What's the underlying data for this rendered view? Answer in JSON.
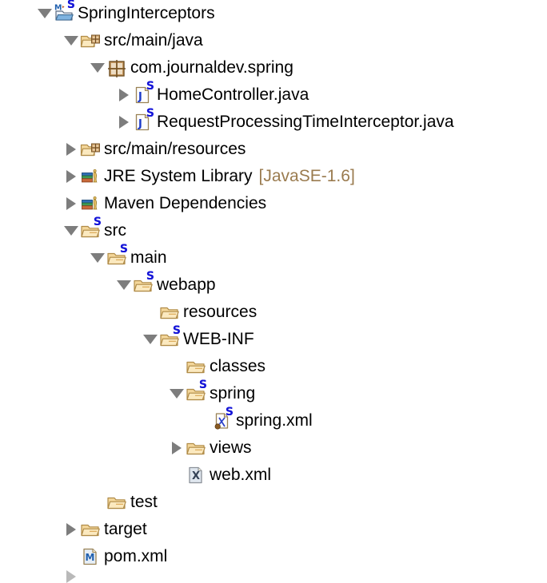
{
  "view": {
    "name": "project-explorer",
    "background": "#ffffff",
    "text_color": "#000000",
    "secondary_text_color": "#9a7b4f",
    "twisty_color": "#7d7d7d",
    "badge_color": "#1616d8"
  },
  "tree": {
    "nodes": [
      {
        "label": "SpringInterceptors",
        "depth": 0,
        "state": "expanded",
        "icon": "maven-project-folder-icon",
        "badge": "S",
        "name": "tree-node-springinterceptors"
      },
      {
        "label": "src/main/java",
        "depth": 1,
        "state": "expanded",
        "icon": "source-package-folder-icon",
        "badge": "",
        "name": "tree-node-src-main-java"
      },
      {
        "label": "com.journaldev.spring",
        "depth": 2,
        "state": "expanded",
        "icon": "java-package-icon",
        "badge": "",
        "name": "tree-node-com-journaldev-spring"
      },
      {
        "label": "HomeController.java",
        "depth": 3,
        "state": "collapsed",
        "icon": "java-file-icon",
        "badge": "S",
        "name": "tree-node-homecontroller-java"
      },
      {
        "label": "RequestProcessingTimeInterceptor.java",
        "depth": 3,
        "state": "collapsed",
        "icon": "java-file-icon",
        "badge": "S",
        "name": "tree-node-requestprocessingtimeinterceptor-java"
      },
      {
        "label": "src/main/resources",
        "depth": 1,
        "state": "collapsed",
        "icon": "source-package-folder-icon",
        "badge": "",
        "name": "tree-node-src-main-resources"
      },
      {
        "label": "JRE System Library",
        "sublabel": "[JavaSE-1.6]",
        "depth": 1,
        "state": "collapsed",
        "icon": "library-books-icon",
        "badge": "",
        "name": "tree-node-jre-system-library"
      },
      {
        "label": "Maven Dependencies",
        "depth": 1,
        "state": "collapsed",
        "icon": "library-books-icon",
        "badge": "",
        "name": "tree-node-maven-dependencies"
      },
      {
        "label": "src",
        "depth": 1,
        "state": "expanded",
        "icon": "folder-icon",
        "badge": "S",
        "name": "tree-node-src"
      },
      {
        "label": "main",
        "depth": 2,
        "state": "expanded",
        "icon": "folder-icon",
        "badge": "S",
        "name": "tree-node-main"
      },
      {
        "label": "webapp",
        "depth": 3,
        "state": "expanded",
        "icon": "folder-icon",
        "badge": "S",
        "name": "tree-node-webapp"
      },
      {
        "label": "resources",
        "depth": 4,
        "state": "leaf",
        "icon": "folder-icon",
        "badge": "",
        "name": "tree-node-resources"
      },
      {
        "label": "WEB-INF",
        "depth": 4,
        "state": "expanded",
        "icon": "folder-icon",
        "badge": "S",
        "name": "tree-node-web-inf"
      },
      {
        "label": "classes",
        "depth": 5,
        "state": "leaf",
        "icon": "folder-icon",
        "badge": "",
        "name": "tree-node-classes"
      },
      {
        "label": "spring",
        "depth": 5,
        "state": "expanded",
        "icon": "folder-icon",
        "badge": "S",
        "name": "tree-node-spring"
      },
      {
        "label": "spring.xml",
        "depth": 6,
        "state": "leaf",
        "icon": "spring-config-file-icon",
        "badge": "S",
        "name": "tree-node-spring-xml"
      },
      {
        "label": "views",
        "depth": 5,
        "state": "collapsed",
        "icon": "folder-icon",
        "badge": "",
        "name": "tree-node-views"
      },
      {
        "label": "web.xml",
        "depth": 5,
        "state": "leaf",
        "icon": "xml-file-icon",
        "badge": "",
        "name": "tree-node-web-xml"
      },
      {
        "label": "test",
        "depth": 2,
        "state": "leaf",
        "icon": "folder-icon",
        "badge": "",
        "name": "tree-node-test"
      },
      {
        "label": "target",
        "depth": 1,
        "state": "collapsed",
        "icon": "folder-icon",
        "badge": "",
        "name": "tree-node-target"
      },
      {
        "label": "pom.xml",
        "depth": 1,
        "state": "leaf",
        "icon": "maven-pom-file-icon",
        "badge": "",
        "name": "tree-node-pom-xml"
      },
      {
        "label": "",
        "depth": 1,
        "state": "collapsed",
        "icon": "none",
        "badge": "",
        "partial": true,
        "name": "tree-node-partial-cutoff"
      }
    ]
  }
}
